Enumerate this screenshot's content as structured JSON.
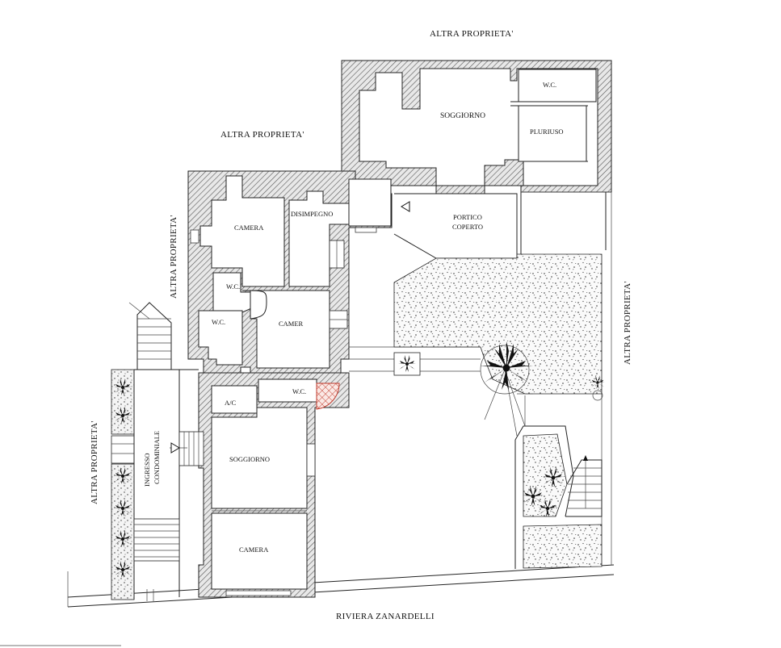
{
  "labels": {
    "altra_top": "ALTRA PROPRIETA'",
    "altra_upper_left": "ALTRA PROPRIETA'",
    "altra_left_mid": "ALTRA PROPRIETA'",
    "altra_left": "ALTRA PROPRIETA'",
    "altra_right": "ALTRA PROPRIETA'",
    "street": "RIVIERA ZANARDELLI",
    "ingresso_line1": "INGRESSO",
    "ingresso_line2": "CONDOMINIALE"
  },
  "rooms": {
    "soggiorno_top": "SOGGIORNO",
    "wc_top": "W.C.",
    "pluriuso": "PLURIUSO",
    "camera_upper": "CAMERA",
    "disimpegno": "DISIMPEGNO",
    "portico_line1": "PORTICO",
    "portico_line2": "COPERTO",
    "wc_mid": "W.C.",
    "wc_left": "W.C.",
    "camer": "CAMER",
    "wc_lower": "W.C.",
    "ac": "A/C",
    "soggiorno_lower": "SOGGIORNO",
    "camera_lower": "CAMERA"
  },
  "colors": {
    "walls": "#222222",
    "hatch": "#555555",
    "tiles": "#c0392b",
    "background": "#ffffff"
  },
  "icons": {
    "palm": "palm-tree-icon",
    "stairs": "stairs-icon",
    "entry_arrow": "entry-arrow-icon"
  }
}
